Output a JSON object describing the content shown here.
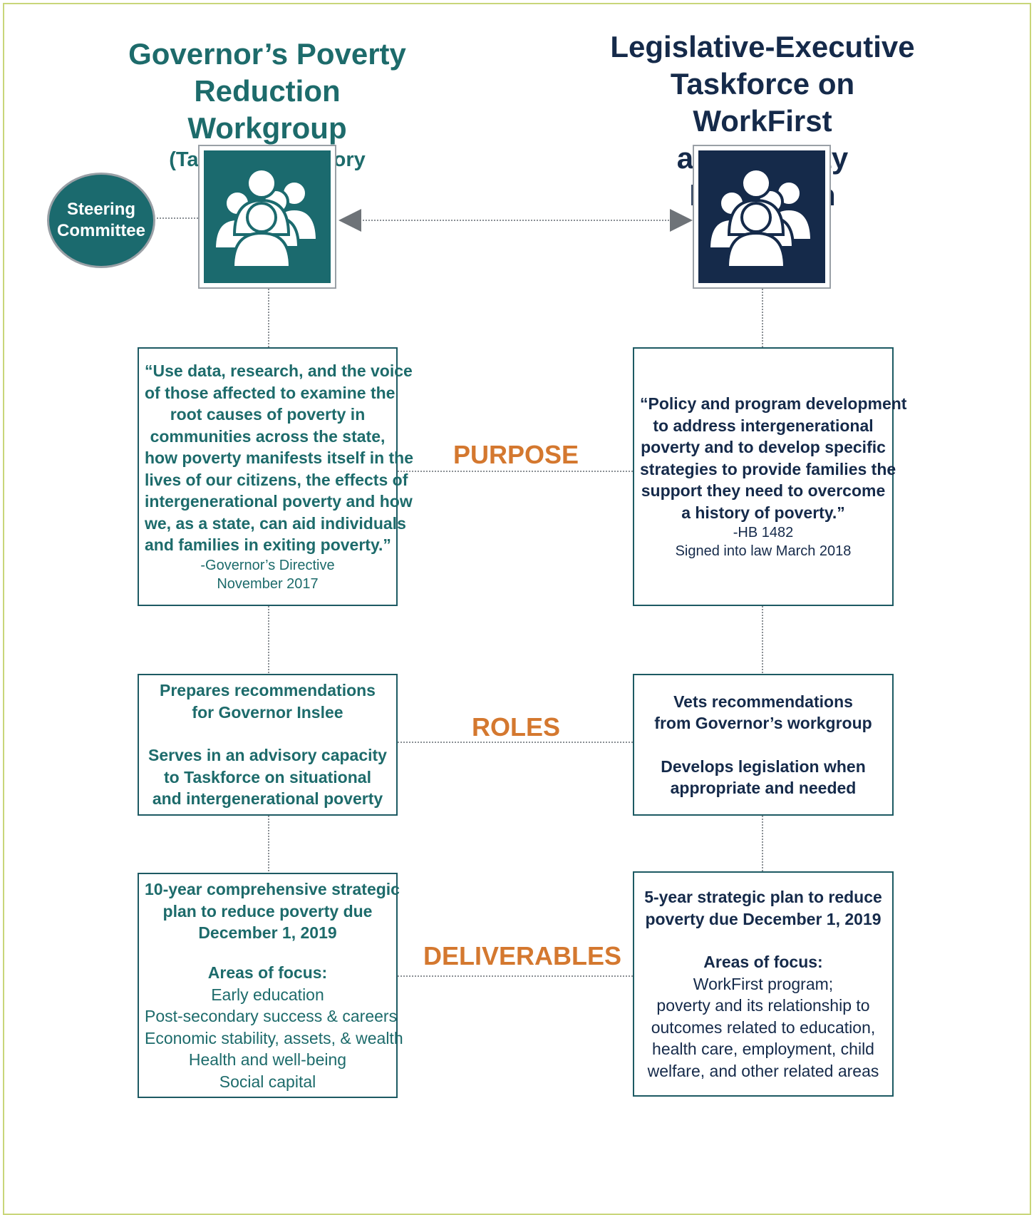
{
  "left_title": {
    "line1": "Governor’s Poverty",
    "line2": "Reduction Workgroup",
    "line3": "(Taskforce Advisory Committee)"
  },
  "right_title": {
    "line1": "Legislative-Executive",
    "line2": "Taskforce on WorkFirst",
    "line3": "and Poverty Reduction"
  },
  "steering": {
    "line1": "Steering",
    "line2": "Committee"
  },
  "icons": {
    "left": "group-people-icon",
    "right": "group-people-icon",
    "arrow": "double-arrow"
  },
  "colors": {
    "teal": "#1b6a6e",
    "navy": "#152a4a",
    "orange": "#d4782f",
    "frame": "#c9d67a"
  },
  "labels": {
    "purpose": "PURPOSE",
    "roles": "ROLES",
    "deliverables": "DELIVERABLES"
  },
  "purpose": {
    "left": {
      "quote": [
        "“Use data, research, and the voice",
        "of those affected to examine the",
        "root causes of poverty in",
        "communities across the state,",
        "how poverty manifests itself in the",
        "lives of our citizens, the effects of",
        "intergenerational poverty and how",
        "we, as a state, can aid individuals",
        "and families in exiting poverty.”"
      ],
      "source": "-Governor’s Directive",
      "date": "November 2017"
    },
    "right": {
      "quote": [
        "“Policy and program development",
        "to address intergenerational",
        "poverty and to develop specific",
        "strategies to provide families the",
        "support they need to overcome",
        "a history of poverty.”"
      ],
      "source": "-HB 1482",
      "date": "Signed into law March 2018"
    }
  },
  "roles": {
    "left": {
      "p1": [
        "Prepares recommendations",
        "for Governor Inslee"
      ],
      "p2": [
        "Serves in an advisory capacity",
        "to Taskforce on situational",
        "and intergenerational poverty"
      ]
    },
    "right": {
      "p1": [
        "Vets recommendations",
        "from Governor’s workgroup"
      ],
      "p2": [
        "Develops legislation when",
        "appropriate and needed"
      ]
    }
  },
  "deliverables": {
    "left": {
      "heading": [
        "10-year comprehensive strategic",
        "plan to reduce poverty due",
        "December 1, 2019"
      ],
      "focus_label": "Areas of focus:",
      "focus": [
        "Early education",
        "Post-secondary success & careers",
        "Economic stability, assets, & wealth",
        "Health and well-being",
        "Social capital"
      ]
    },
    "right": {
      "heading": [
        "5-year strategic plan to reduce",
        "poverty due December 1, 2019"
      ],
      "focus_label": "Areas of focus:",
      "focus": [
        "WorkFirst program;",
        "poverty and its relationship to",
        "outcomes related to education,",
        "health care, employment, child",
        "welfare, and other related areas"
      ]
    }
  }
}
